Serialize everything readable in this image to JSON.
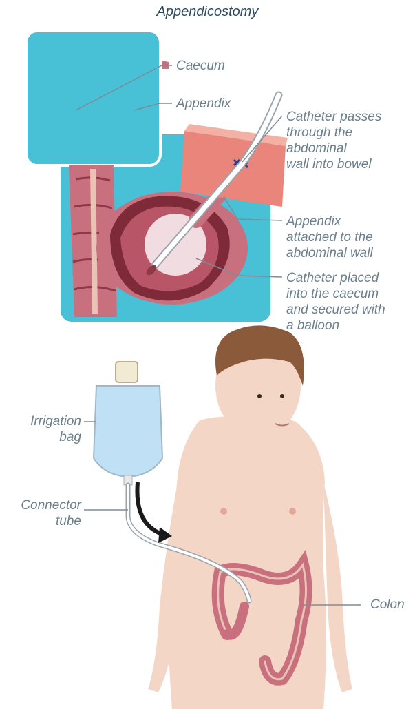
{
  "title": "Appendicostomy",
  "labels": {
    "caecum": "Caecum",
    "appendix": "Appendix",
    "catheter_passes": "Catheter passes\nthrough the\nabdominal\nwall into bowel",
    "appendix_attached": "Appendix\nattached to the\nabdominal wall",
    "catheter_placed": "Catheter placed\ninto the caecum\nand secured with\na balloon",
    "irrigation_bag": "Irrigation\nbag",
    "connector_tube": "Connector\ntube",
    "colon": "Colon"
  },
  "colors": {
    "panel_bg": "#48c0d6",
    "bowel": "#c9707f",
    "bowel_dark": "#8e3948",
    "skin": "#f4d6c6",
    "hair": "#8a5a3b",
    "bag_fluid": "#bfe0f5",
    "leader_line": "#7d8c96",
    "arrow": "#1a1a1a"
  }
}
